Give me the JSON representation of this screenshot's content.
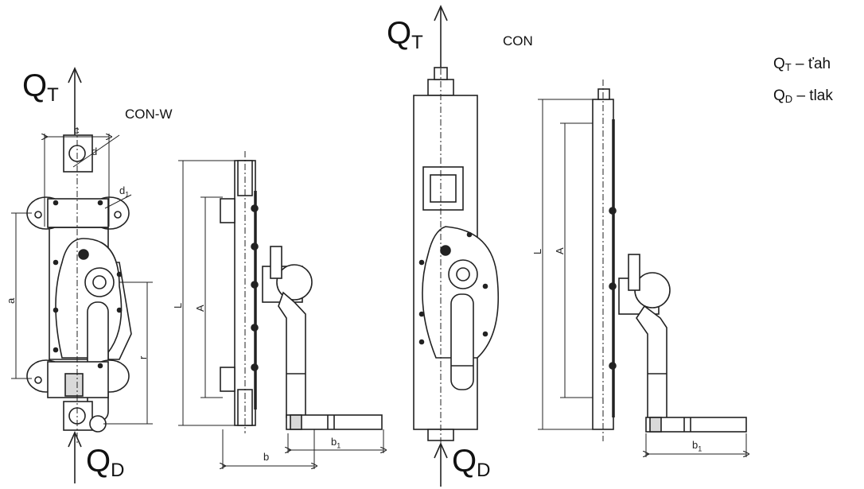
{
  "force_labels": {
    "qt_main": "Q",
    "qt_sub": "T",
    "qd_main": "Q",
    "qd_sub": "D"
  },
  "models": {
    "con_w": "CON-W",
    "con": "CON"
  },
  "legend": {
    "pull_sym": "Q",
    "pull_sub": "T",
    "pull_text": "– ťah",
    "push_sym": "Q",
    "push_sub": "D",
    "push_text": "– tlak"
  },
  "dimensions": {
    "c": "c",
    "d": "d",
    "d1": "d",
    "d1_sub": "1",
    "a": "a",
    "r": "r",
    "L": "L",
    "A": "A",
    "b": "b",
    "b1": "b",
    "b1_sub": "1"
  },
  "colors": {
    "line": "#222222",
    "fill": "#ffffff",
    "shade": "#d9d9d9"
  }
}
